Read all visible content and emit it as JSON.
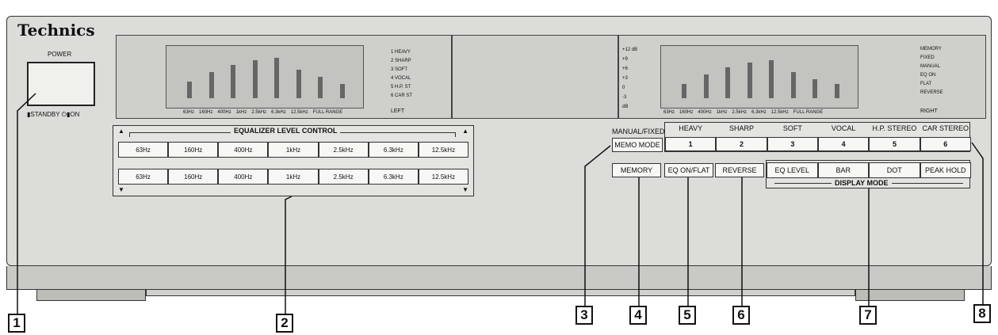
{
  "brand": "Technics",
  "power": {
    "label": "POWER",
    "standby_on_label": "▮STANDBY ⏻▮ON"
  },
  "equalizer": {
    "title": "EQUALIZER LEVEL CONTROL",
    "up_bands": [
      "63Hz",
      "160Hz",
      "400Hz",
      "1kHz",
      "2.5kHz",
      "6.3kHz",
      "12.5kHz"
    ],
    "down_bands": [
      "63Hz",
      "160Hz",
      "400Hz",
      "1kHz",
      "2.5kHz",
      "6.3kHz",
      "12.5kHz"
    ],
    "up_arrow": "▲",
    "down_arrow": "▼"
  },
  "manual_fixed_label": "MANUAL/FIXED",
  "memo_mode_label": "MEMO MODE",
  "presets": [
    {
      "name": "HEAVY",
      "number": "1"
    },
    {
      "name": "SHARP",
      "number": "2"
    },
    {
      "name": "SOFT",
      "number": "3"
    },
    {
      "name": "VOCAL",
      "number": "4"
    },
    {
      "name": "H.P. STEREO",
      "number": "5"
    },
    {
      "name": "CAR STEREO",
      "number": "6"
    }
  ],
  "memory_label": "MEMORY",
  "eq_on_flat_label": "EQ ON/FLAT",
  "reverse_label": "REVERSE",
  "display_mode": {
    "title": "DISPLAY MODE",
    "buttons": [
      "EQ LEVEL",
      "BAR",
      "DOT",
      "PEAK HOLD"
    ]
  },
  "left_display": {
    "freq_labels": [
      "63Hz",
      "160Hz",
      "400Hz",
      "1kHz",
      "2.5kHz",
      "6.3kHz",
      "12.5kHz",
      "FULL RANGE"
    ],
    "mode_labels": [
      "1 HEAVY",
      "2 SHARP",
      "3 SOFT",
      "4 VOCAL",
      "5 H.P. ST",
      "6 CAR ST"
    ],
    "channel": "LEFT",
    "levels": [
      0.35,
      0.55,
      0.7,
      0.8,
      0.85,
      0.6,
      0.45,
      0.3
    ]
  },
  "right_display": {
    "freq_labels": [
      "63Hz",
      "160Hz",
      "400Hz",
      "1kHz",
      "2.5kHz",
      "6.3kHz",
      "12.5kHz",
      "FULL RANGE"
    ],
    "mode_labels": [
      "MEMORY",
      "FIXED",
      "MANUAL",
      "EQ ON",
      "FLAT",
      "REVERSE"
    ],
    "channel": "RIGHT",
    "scale": [
      "+12 dB",
      "+9",
      "+6",
      "+3",
      "0",
      "-3",
      "dB"
    ],
    "levels": [
      0.3,
      0.5,
      0.65,
      0.75,
      0.8,
      0.55,
      0.4,
      0.3
    ]
  },
  "callouts": [
    "1",
    "2",
    "3",
    "4",
    "5",
    "6",
    "7",
    "8"
  ]
}
